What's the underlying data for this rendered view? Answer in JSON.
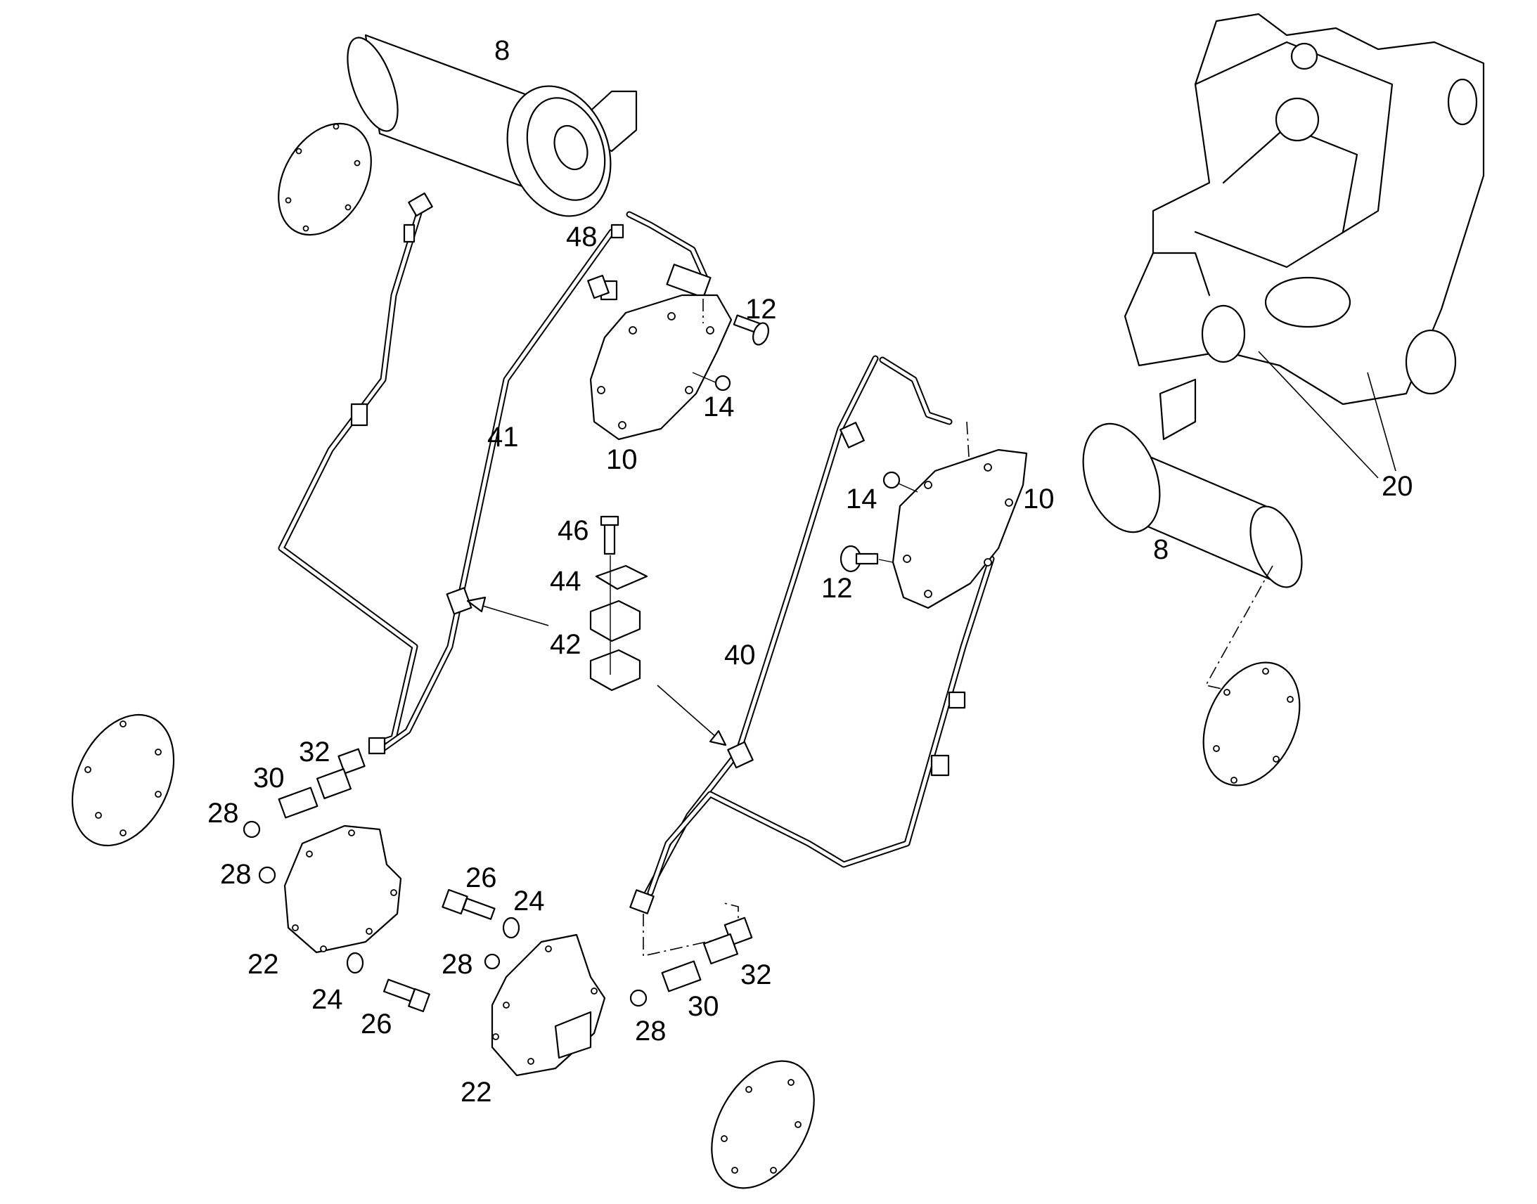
{
  "callouts": [
    {
      "id": "c-8-top",
      "text": "8"
    },
    {
      "id": "c-48",
      "text": "48"
    },
    {
      "id": "c-12-top",
      "text": "12"
    },
    {
      "id": "c-14-top",
      "text": "14"
    },
    {
      "id": "c-10-top",
      "text": "10"
    },
    {
      "id": "c-41",
      "text": "41"
    },
    {
      "id": "c-20",
      "text": "20"
    },
    {
      "id": "c-8-right",
      "text": "8"
    },
    {
      "id": "c-14-mid",
      "text": "14"
    },
    {
      "id": "c-10-mid",
      "text": "10"
    },
    {
      "id": "c-12-mid",
      "text": "12"
    },
    {
      "id": "c-46",
      "text": "46"
    },
    {
      "id": "c-44",
      "text": "44"
    },
    {
      "id": "c-42",
      "text": "42"
    },
    {
      "id": "c-40",
      "text": "40"
    },
    {
      "id": "c-32-left",
      "text": "32"
    },
    {
      "id": "c-30-left",
      "text": "30"
    },
    {
      "id": "c-28-a",
      "text": "28"
    },
    {
      "id": "c-28-b",
      "text": "28"
    },
    {
      "id": "c-26-a",
      "text": "26"
    },
    {
      "id": "c-24-a",
      "text": "24"
    },
    {
      "id": "c-22-left",
      "text": "22"
    },
    {
      "id": "c-24-b",
      "text": "24"
    },
    {
      "id": "c-26-b",
      "text": "26"
    },
    {
      "id": "c-28-c",
      "text": "28"
    },
    {
      "id": "c-22-mid",
      "text": "22"
    },
    {
      "id": "c-32-right",
      "text": "32"
    },
    {
      "id": "c-30-right",
      "text": "30"
    },
    {
      "id": "c-28-d",
      "text": "28"
    }
  ]
}
